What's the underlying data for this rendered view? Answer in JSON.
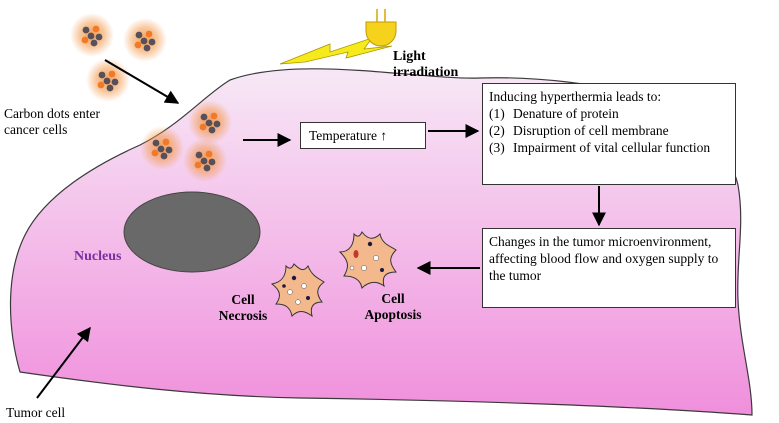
{
  "labels": {
    "carbon_dots": "Carbon dots enter cancer cells",
    "light": "Light irradiation",
    "temperature": "Temperature ↑",
    "nucleus": "Nucleus",
    "necrosis": "Cell Necrosis",
    "apoptosis": "Cell Apoptosis",
    "tumor_cell": "Tumor cell"
  },
  "hyperthermia": {
    "heading": "Inducing hyperthermia leads to:",
    "items": [
      {
        "num": "(1)",
        "text": "Denature of protein"
      },
      {
        "num": "(2)",
        "text": "Disruption of cell membrane"
      },
      {
        "num": "(3)",
        "text": "Impairment of vital cellular function"
      }
    ]
  },
  "changes": "Changes in the tumor microenvironment, affecting blood flow and oxygen supply to the tumor",
  "colors": {
    "cell_top": "#f7e8f6",
    "cell_bottom": "#f08fdc",
    "nucleus": "#696969",
    "nucleus_label": "#7a2ea0",
    "glow": "#f39a4e",
    "dot_dark": "#55505a",
    "dot_orange": "#f07a2a",
    "bulb": "#f5d21b",
    "bolt": "#f7ea1c",
    "dying_cell": "#f3b98c"
  },
  "icons": {
    "light": "light-bulb-icon",
    "lightning": "lightning-bolt-icon",
    "carbon_dot": "carbon-dot-cluster-icon",
    "dying_cell": "dying-cell-icon"
  }
}
